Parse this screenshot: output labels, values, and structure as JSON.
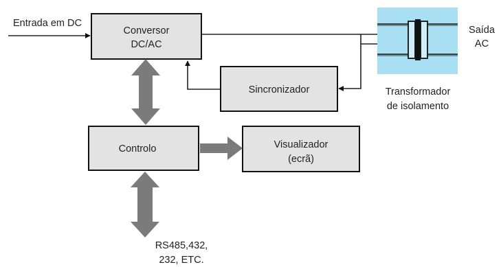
{
  "diagram": {
    "input_label": "Entrada em DC",
    "output_label": [
      "Saída",
      "AC"
    ],
    "blocks": {
      "converter": [
        "Conversor",
        "DC/AC"
      ],
      "synchronizer": [
        "Sincronizador"
      ],
      "control": [
        "Controlo"
      ],
      "display": [
        "Visualizador",
        "(ecrã)"
      ],
      "transformer": [
        "Transformador",
        "de isolamento"
      ]
    },
    "interface_label": [
      "RS485,432,",
      "232, ETC."
    ]
  },
  "colors": {
    "box_fill": "#e3e3e3",
    "transformer_bg": "#a9dff2",
    "big_arrow": "#7b7b7b",
    "line": "#222222"
  }
}
